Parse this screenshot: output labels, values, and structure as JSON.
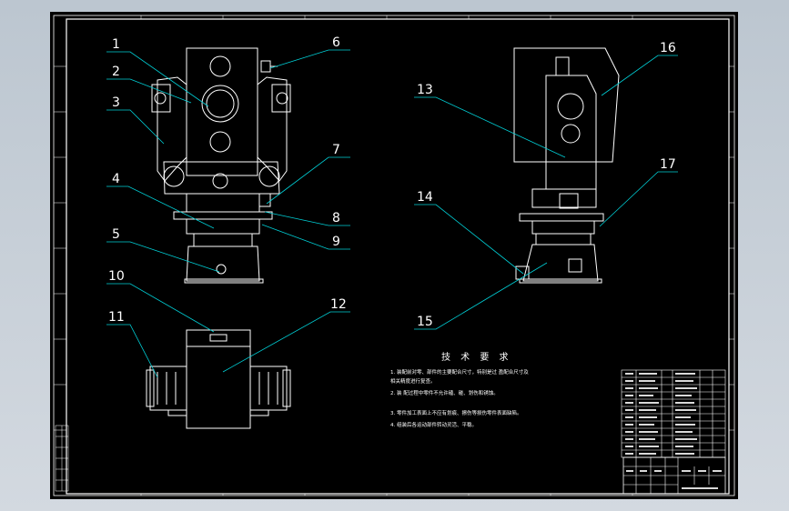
{
  "drawing": {
    "part_labels": [
      "1",
      "2",
      "3",
      "4",
      "5",
      "6",
      "7",
      "8",
      "9",
      "10",
      "11",
      "12",
      "13",
      "14",
      "15",
      "16",
      "17"
    ],
    "tech_title": "技 术 要 求",
    "tech_lines": [
      "1. 装配前对零、部件的主要配合尺寸，特别是过 盈配合尺寸及",
      "   相关精度进行复查。",
      "2. 装 配过程中零件不允许磕、碰、划伤和锈蚀。",
      "3. 零件加工表面上不应有划痕、擦伤等损伤零件表面缺陷。",
      "4. 组装后各运动部件转动灵活、平稳。"
    ]
  },
  "colors": {
    "background": "#000000",
    "lines": "#ffffff",
    "leaders": "#00cfd6"
  }
}
